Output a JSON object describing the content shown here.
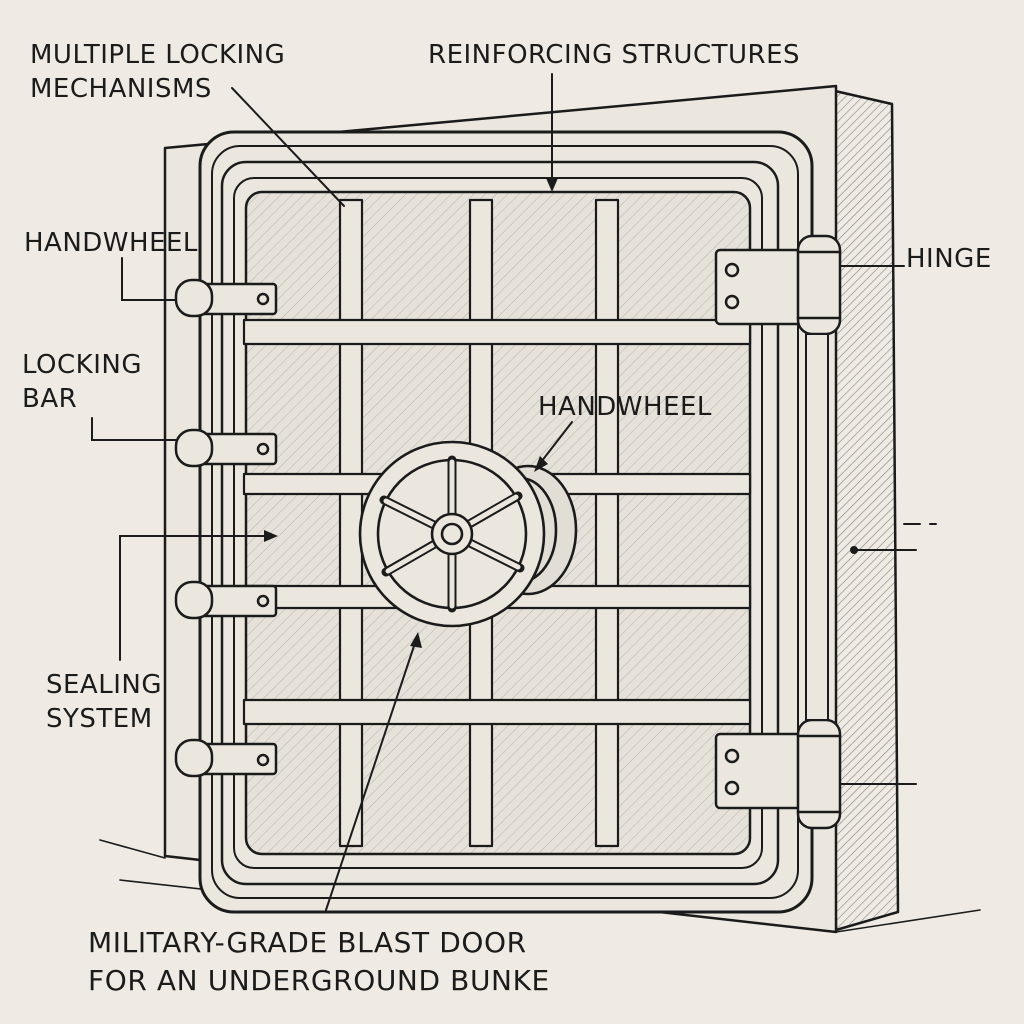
{
  "labels": {
    "multiple_locking": {
      "line1": "MULTIPLE LOCKING",
      "line2": "MECHANISMS"
    },
    "reinforcing": "REINFORCING STRUCTURES",
    "handwheel_left": "HANDWHEEL",
    "hinge": "HINGE",
    "locking_bar": {
      "line1": "LOCKING",
      "line2": "BAR"
    },
    "handwheel_center": "HANDWHEEL",
    "sealing_system": {
      "line1": "SEALING",
      "line2": "SYSTEM"
    },
    "caption": {
      "line1": "MILITARY-GRADE BLAST DOOR",
      "line2": "FOR AN UNDERGROUND BUNKE"
    }
  },
  "colors": {
    "ink": "#1b1b1b",
    "paper": "#efebe4",
    "panel": "#e6e1d9",
    "frame": "#ebe7df"
  }
}
